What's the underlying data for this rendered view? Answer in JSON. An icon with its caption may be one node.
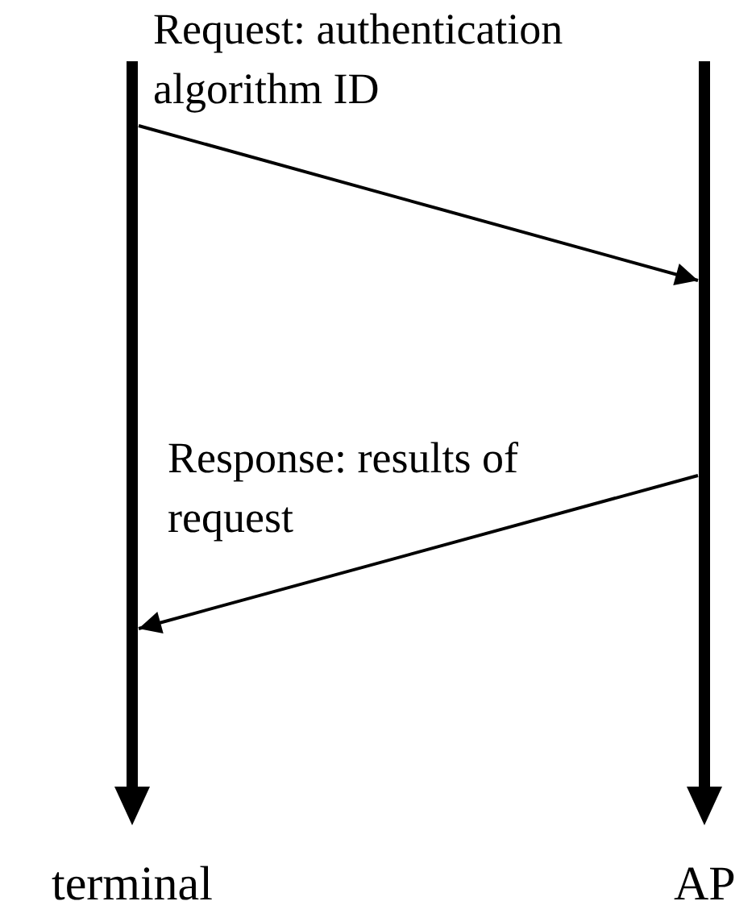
{
  "diagram": {
    "nodes": [
      {
        "text": [
          "terminal"
        ]
      },
      {
        "text": [
          "AP"
        ]
      }
    ],
    "edges": [
      {
        "from": 0,
        "to": 1,
        "arrow": "to",
        "label": "Request: authentication algorithm ID"
      },
      {
        "from": 1,
        "to": 0,
        "arrow": "to",
        "label": "Response: results of request"
      }
    ]
  }
}
